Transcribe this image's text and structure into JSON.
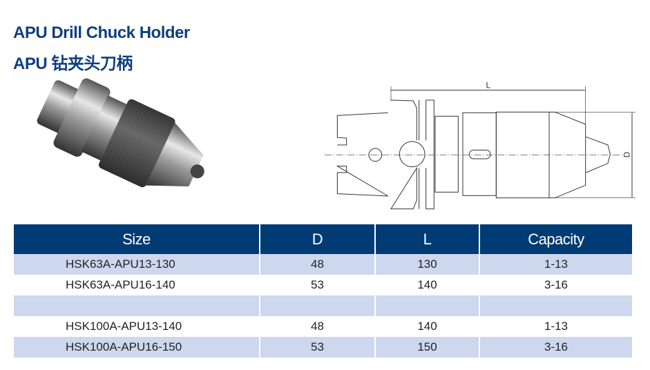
{
  "title_en": "APU Drill Chuck Holder",
  "title_cn": "APU 钻夹头刀柄",
  "drawing": {
    "dim_length": "L",
    "dim_diameter": "D"
  },
  "table": {
    "headers": [
      "Size",
      "D",
      "L",
      "Capacity"
    ],
    "rows": [
      [
        "HSK63A-APU13-130",
        "48",
        "130",
        "1-13"
      ],
      [
        "HSK63A-APU16-140",
        "53",
        "140",
        "3-16"
      ],
      [
        "",
        "",
        "",
        ""
      ],
      [
        "HSK100A-APU13-140",
        "48",
        "140",
        "1-13"
      ],
      [
        "HSK100A-APU16-150",
        "53",
        "150",
        "3-16"
      ]
    ]
  },
  "colors": {
    "title": "#0f3f7f",
    "header": "#003b73",
    "row_alt": "#cdd8ee"
  }
}
